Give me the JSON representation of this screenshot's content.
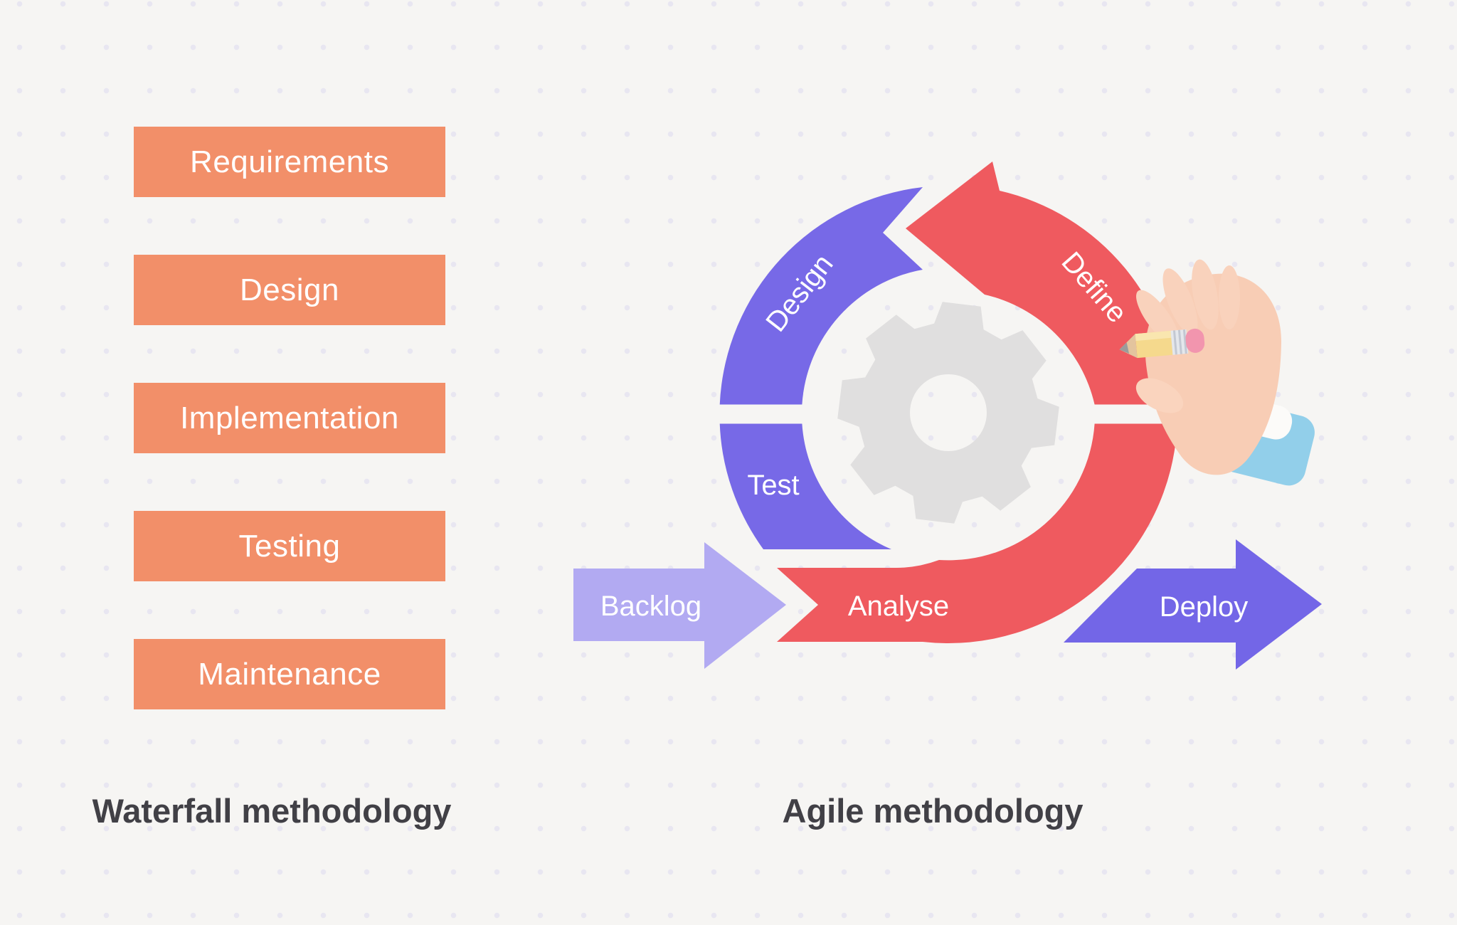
{
  "waterfall": {
    "title": "Waterfall methodology",
    "steps": [
      "Requirements",
      "Design",
      "Implementation",
      "Testing",
      "Maintenance"
    ]
  },
  "agile": {
    "title": "Agile methodology",
    "stages": [
      "Design",
      "Define",
      "Test",
      "Analyse"
    ],
    "input_label": "Backlog",
    "output_label": "Deploy"
  },
  "icons": {
    "gear": "gear-icon",
    "hand": "hand-with-pencil"
  },
  "colors": {
    "background": "#F6F5F3",
    "dot_grid": "#E8E6F1",
    "waterfall_box": "#F28F69",
    "cycle_purple": "#7769E7",
    "cycle_red": "#EF5A5F",
    "backlog_arrow": "#B2AAF2",
    "deploy_arrow": "#7366E7",
    "gear_gray": "#E0DFDF",
    "title_text": "#414046",
    "label_text": "#FFFFFF"
  }
}
